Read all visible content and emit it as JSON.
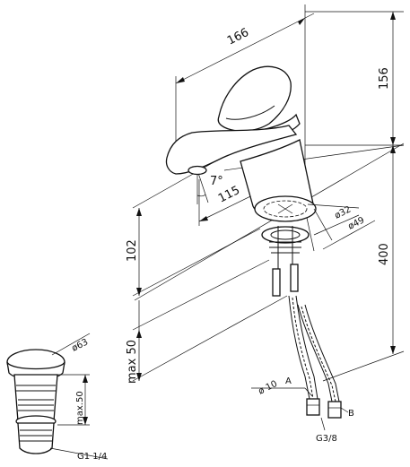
{
  "dimensions": {
    "spout_length": "166",
    "overall_top": "156",
    "reach": "115",
    "angle": "7°",
    "diam_inner": "ø32",
    "diam_outer": "ø49",
    "body_height": "102",
    "total_height": "400",
    "max_thickness": "max 50",
    "hose_diam": "ø 10",
    "label_a": "A",
    "label_b": "B",
    "thread": "G3/8",
    "waste_diam": "ø63",
    "waste_max": "max.50",
    "waste_thread": "G1 1/4"
  }
}
